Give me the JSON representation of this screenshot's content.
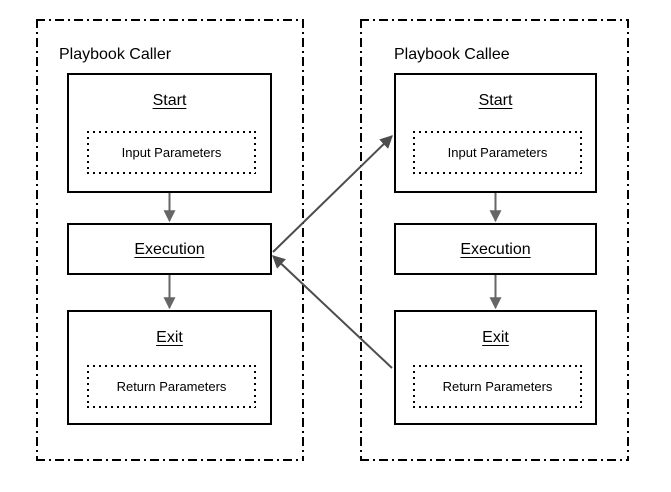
{
  "diagram": {
    "title_caller": "Playbook Caller",
    "title_callee": "Playbook Callee",
    "colors": {
      "lane_border": "#000000",
      "node_border": "#000000",
      "node_fill": "#ffffff",
      "text": "#000000",
      "internal_arrow": "#666666",
      "cross_arrow": "#4d4d4d",
      "background": "#ffffff"
    },
    "lanes": [
      {
        "id": "caller",
        "label": "Playbook Caller",
        "nodes": [
          {
            "id": "caller-start",
            "label": "Start",
            "param_label": "Input Parameters",
            "has_params": true
          },
          {
            "id": "caller-exec",
            "label": "Execution",
            "param_label": "",
            "has_params": false
          },
          {
            "id": "caller-exit",
            "label": "Exit",
            "param_label": "Return Parameters",
            "has_params": true
          }
        ]
      },
      {
        "id": "callee",
        "label": "Playbook Callee",
        "nodes": [
          {
            "id": "callee-start",
            "label": "Start",
            "param_label": "Input Parameters",
            "has_params": true
          },
          {
            "id": "callee-exec",
            "label": "Execution",
            "param_label": "",
            "has_params": false
          },
          {
            "id": "callee-exit",
            "label": "Exit",
            "param_label": "Return Parameters",
            "has_params": true
          }
        ]
      }
    ],
    "connectors": [
      {
        "id": "caller-start-to-exec",
        "from": "caller-start",
        "to": "caller-exec",
        "kind": "internal-vertical"
      },
      {
        "id": "caller-exec-to-exit",
        "from": "caller-exec",
        "to": "caller-exit",
        "kind": "internal-vertical"
      },
      {
        "id": "callee-start-to-exec",
        "from": "callee-start",
        "to": "callee-exec",
        "kind": "internal-vertical"
      },
      {
        "id": "callee-exec-to-exit",
        "from": "callee-exec",
        "to": "callee-exit",
        "kind": "internal-vertical"
      },
      {
        "id": "call-invoke",
        "from": "caller-exec",
        "to": "callee-start",
        "kind": "cross-lane"
      },
      {
        "id": "call-return",
        "from": "callee-exit",
        "to": "caller-exec",
        "kind": "cross-lane"
      }
    ]
  }
}
